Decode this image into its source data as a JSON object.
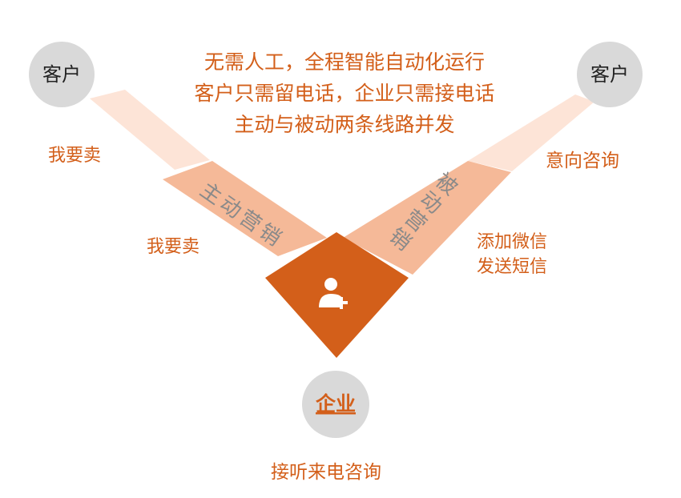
{
  "header_lines": [
    "无需人工，全程智能自动化运行",
    "客户只需留电话，企业只需接电话",
    "主动与被动两条线路并发"
  ],
  "nodes": {
    "left_customer": "客户",
    "right_customer": "客户",
    "enterprise": "企业"
  },
  "labels": {
    "left_top": "我要卖",
    "left_mid": "我要卖",
    "right_top": "意向咨询",
    "right_mid_1": "添加微信",
    "right_mid_2": "发送短信",
    "bottom": "接听来电咨询"
  },
  "arms": {
    "left": [
      "主",
      "动",
      "营",
      "销"
    ],
    "right": [
      "被",
      "动",
      "营",
      "销"
    ]
  },
  "center_icon": "add-user-icon",
  "colors": {
    "accent": "#d35f1a",
    "arm_strong": "#f5b998",
    "arm_faint": "#fde4d7",
    "circle": "#d9d9d9"
  }
}
